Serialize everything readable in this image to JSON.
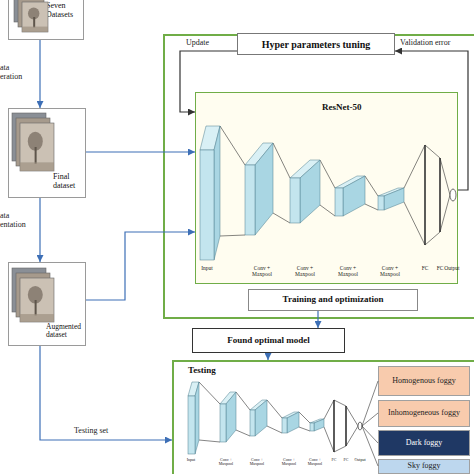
{
  "diagram": {
    "nodes": [
      {
        "text": [
          "Seven Datasets"
        ]
      },
      {
        "text": [
          "Final dataset"
        ]
      },
      {
        "text": [
          "Augmented dataset"
        ]
      },
      {
        "text": [
          "Hyper parameters tuning"
        ]
      },
      {
        "text": [
          "ResNet-50"
        ]
      },
      {
        "text": [
          "Training and optimization"
        ]
      },
      {
        "text": [
          "Found optimal model"
        ]
      },
      {
        "text": [
          "Testing"
        ]
      },
      {
        "text": [
          "Homogenous foggy"
        ],
        "in": 7
      },
      {
        "text": [
          "Inhomogeneous foggy"
        ],
        "in": 7
      },
      {
        "text": [
          "Dark foggy"
        ],
        "in": 7
      },
      {
        "text": [
          "Sky foggy"
        ],
        "in": 7
      }
    ],
    "edges": [
      {
        "from": 0,
        "to": 1,
        "arrow": "to",
        "label": "ata eration"
      },
      {
        "from": 1,
        "to": 2,
        "arrow": "to",
        "label": "ata entation"
      },
      {
        "from": 1,
        "to": 4,
        "arrow": "to"
      },
      {
        "from": 2,
        "to": 4,
        "arrow": "to"
      },
      {
        "from": 3,
        "to": 4,
        "arrow": "to",
        "label": "Update"
      },
      {
        "from": 4,
        "to": 3,
        "arrow": "to",
        "label": "Validation error"
      },
      {
        "from": 5,
        "to": 6,
        "arrow": "to"
      },
      {
        "from": 6,
        "to": 7,
        "arrow": "to"
      },
      {
        "from": 2,
        "to": 7,
        "arrow": "to",
        "label": "Testing set"
      }
    ],
    "labels": [
      "Input",
      "Conv + Maxpool",
      "Conv + Maxpool",
      "Conv + Maxpool",
      "Conv + Maxpool",
      "FC",
      "FC",
      "Output",
      "Input",
      "Conv + Maxpool",
      "Conv + Maxpool",
      "Conv + Maxpool",
      "Conv + Maxpool",
      "FC",
      "FC",
      "Output"
    ]
  }
}
